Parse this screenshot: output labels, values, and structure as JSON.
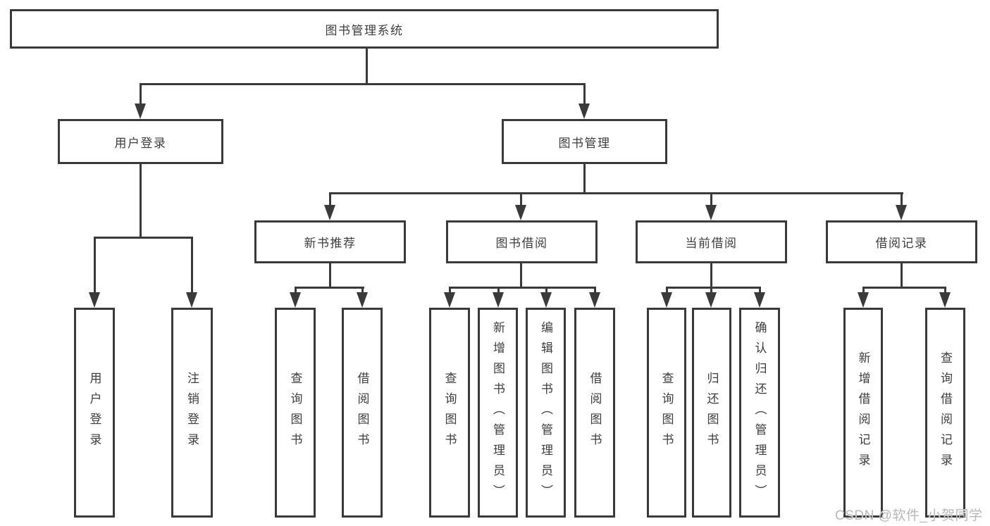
{
  "colors": {
    "line": "#3a3a3a",
    "box_border": "#3a3a3a",
    "text": "#3d3d3d",
    "background": "#ffffff",
    "watermark": "#b8b8b8"
  },
  "diagram": {
    "type": "hierarchy-tree",
    "root": "图书管理系统",
    "branches": {
      "user_login": {
        "label": "用户登录",
        "children": [
          "用户登录",
          "注销登录"
        ]
      },
      "book_mgmt": {
        "label": "图书管理",
        "modules": [
          {
            "label": "新书推荐",
            "children": [
              "查询图书",
              "借阅图书"
            ]
          },
          {
            "label": "图书借阅",
            "children": [
              "查询图书",
              "新增图书（管理员）",
              "编辑图书（管理员）",
              "借阅图书"
            ]
          },
          {
            "label": "当前借阅",
            "children": [
              "查询图书",
              "归还图书",
              "确认归还（管理员）"
            ]
          },
          {
            "label": "借阅记录",
            "children": [
              "新增借阅记录",
              "查询借阅记录"
            ]
          }
        ]
      }
    }
  },
  "watermark": {
    "text": "CSDN @软件_小贺同学"
  }
}
